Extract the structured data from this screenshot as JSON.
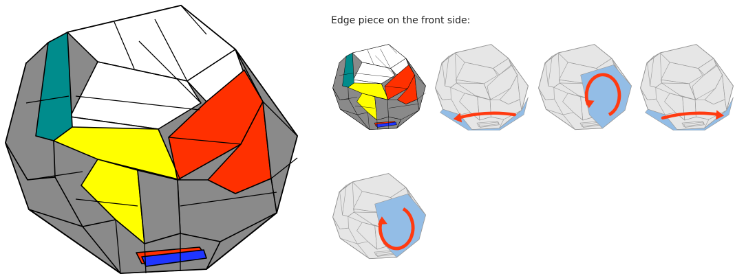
{
  "caption": "Edge piece on the front side:",
  "colors": {
    "gray": "#8a8a8a",
    "white": "#ffffff",
    "teal": "#008c8c",
    "yellow": "#ffff00",
    "red": "#ff3000",
    "blue": "#1f35ff",
    "ghost": "#e6e6e6",
    "highlight": "#93bde6",
    "arrow": "#ff3a10"
  },
  "steps": [
    {
      "kind": "cube"
    },
    {
      "kind": "bottom",
      "dir": "left"
    },
    {
      "kind": "face",
      "dir": "ccw"
    },
    {
      "kind": "bottom",
      "dir": "right"
    },
    {
      "kind": "face",
      "dir": "cw"
    }
  ]
}
